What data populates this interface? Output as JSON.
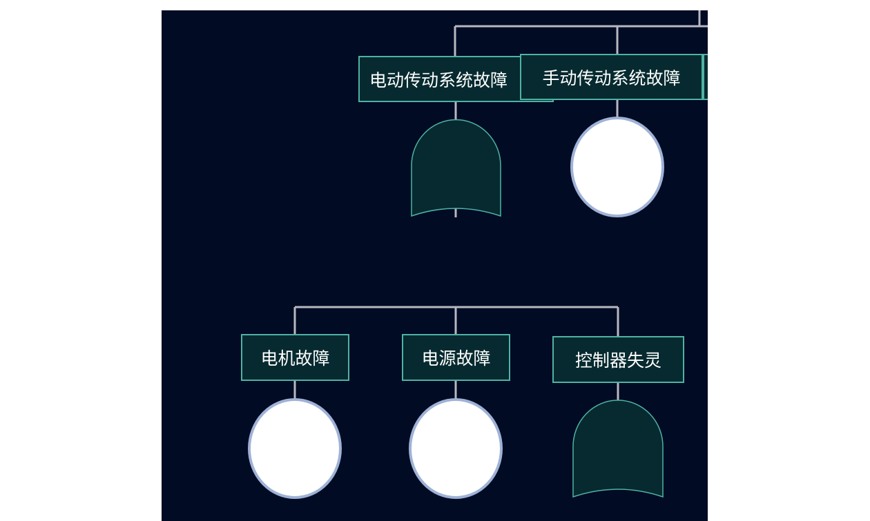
{
  "nodes": {
    "electric": {
      "label": "电动传动系统故障",
      "gate": "and"
    },
    "manual": {
      "label": "手动传动系统故障",
      "event": "basic"
    },
    "motor": {
      "label": "电机故障",
      "event": "basic"
    },
    "power": {
      "label": "电源故障",
      "event": "basic"
    },
    "controller": {
      "label": "控制器失灵",
      "gate": "and"
    }
  },
  "colors": {
    "background": "#020b24",
    "box_fill": "#062a2f",
    "box_border": "#4fb3a4",
    "line": "#b8b8c0",
    "event_fill": "#ffffff",
    "event_border": "#9fb2d6"
  }
}
